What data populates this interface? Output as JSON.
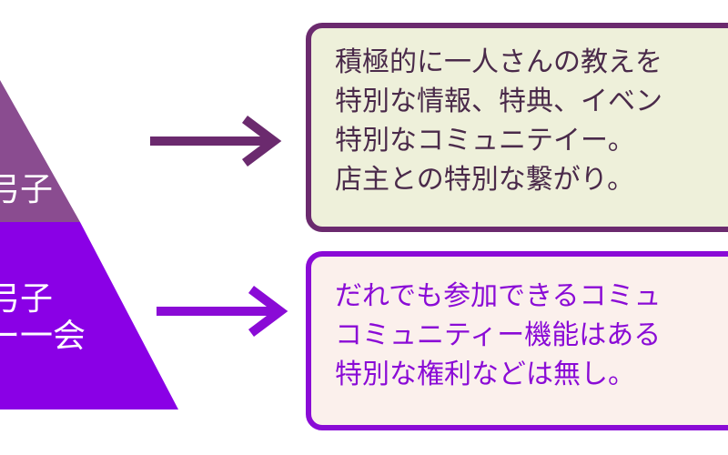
{
  "pyramid": {
    "top_tier": {
      "lines": [
        "弓子"
      ],
      "color": "#8a4c90"
    },
    "bottom_tier": {
      "lines": [
        "弓子",
        "ー一会"
      ],
      "color": "#8a00e6"
    }
  },
  "arrows": {
    "top_color": "#6b2a6e",
    "bottom_color": "#8a0bd6"
  },
  "top_box": {
    "lines": [
      "積極的に一人さんの教えを",
      "特別な情報、特典、イベン",
      "特別なコミュニテイー。",
      "店主との特別な繋がり。"
    ]
  },
  "bottom_box": {
    "lines": [
      "だれでも参加できるコミュ",
      "コミュニティー機能はある",
      "特別な権利などは無し。"
    ]
  }
}
